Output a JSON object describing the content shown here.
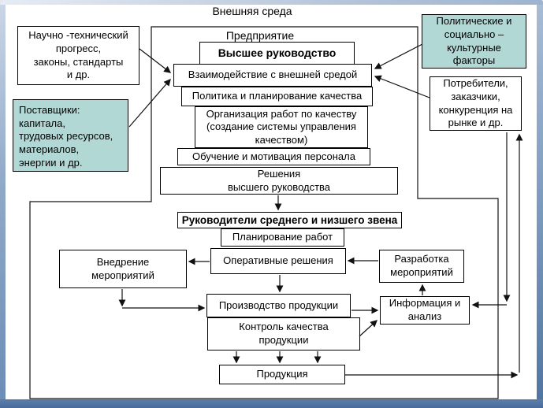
{
  "colors": {
    "box_border": "#000000",
    "highlight_fill": "#b2d8d6",
    "frame_blue_dark": "#486b9c",
    "frame_blue_light": "#ccd7e6",
    "background": "#ffffff"
  },
  "labels": {
    "external_env": "Внешняя среда",
    "enterprise": "Предприятие"
  },
  "nodes": {
    "nauchno": {
      "label": "Научно -технический\nпрогресс,\nзаконы, стандарты\nи др."
    },
    "postavshchiki": {
      "label": "Поставщики:\nкапитала,\nтрудовых ресурсов,\nматериалов,\nэнергии и др."
    },
    "politicheskie": {
      "label": "Политические и\nсоциально –\nкультурные\nфакторы"
    },
    "potrebiteli": {
      "label": "Потребители,\nзаказчики,\nконкуренция на\nрынке и др."
    },
    "vysshee": {
      "label": "Высшее руководство"
    },
    "vzaimodeystvie": {
      "label": "Взаимодействие с внешней  средой"
    },
    "politika": {
      "label": "Политика и планирование качества"
    },
    "organizatsiya": {
      "label": "Организация работ по качеству\n(создание системы управления\nкачеством)"
    },
    "obuchenie": {
      "label": "Обучение и мотивация персонала"
    },
    "resheniya": {
      "label": "Решения\nвысшего руководства"
    },
    "rukovoditeli": {
      "label": "Руководители среднего и низшего звена"
    },
    "planirovanie": {
      "label": "Планирование работ"
    },
    "operativnye": {
      "label": "Оперативные решения"
    },
    "vnedrenie": {
      "label": "Внедрение\nмероприятий"
    },
    "razrabotka": {
      "label": "Разработка\nмероприятий"
    },
    "proizvodstvo": {
      "label": "Производство продукции"
    },
    "kontrol": {
      "label": "Контроль качества\nпродукции"
    },
    "informatsiya": {
      "label": "Информация и\nанализ"
    },
    "produktsiya": {
      "label": "Продукция"
    }
  }
}
